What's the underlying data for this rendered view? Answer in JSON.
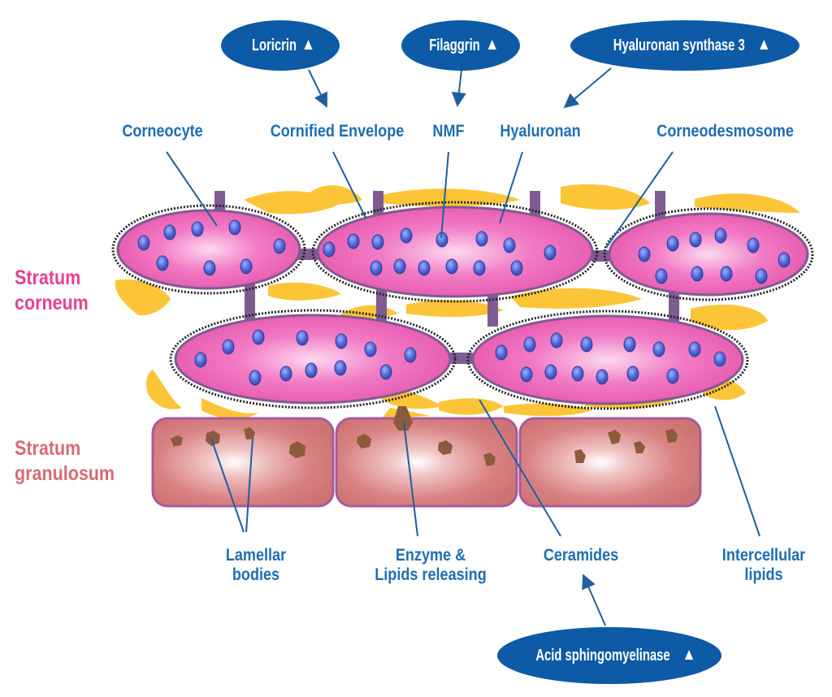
{
  "regulators": {
    "loricrin": "Loricrin",
    "filaggrin": "Filaggrin",
    "has3": "Hyaluronan synthase 3",
    "acid_smase": "Acid sphingomyelinase"
  },
  "labels": {
    "corneocyte": "Corneocyte",
    "cornified_envelope": "Cornified Envelope",
    "nmf": "NMF",
    "hyaluronan": "Hyaluronan",
    "corneodesmosome": "Corneodesmosome",
    "lamellar_line1": "Lamellar",
    "lamellar_line2": "bodies",
    "enzyme_line1": "Enzyme &",
    "enzyme_line2": "Lipids releasing",
    "ceramides": "Ceramides",
    "intercellular_line1": "Intercellular",
    "intercellular_line2": "lipids"
  },
  "layers": {
    "stratum_corneum_line1": "Stratum",
    "stratum_corneum_line2": "corneum",
    "stratum_granulosum_line1": "Stratum",
    "stratum_granulosum_line2": "granulosum"
  },
  "colors": {
    "label_blue": "#1f6eb3",
    "pill_blue": "#0d5aa6",
    "corneum_pink": "#e8408f",
    "granulosum_rose": "#d66b78",
    "lipid_yellow": "#fcc537",
    "cell_pink": "#ec6ab8",
    "granular_cell": "#d98484",
    "granule_brown": "#8b5b3c",
    "nucleus_blue": "#4a5fd8"
  },
  "icons": {
    "up_arrow": "up-triangle-icon"
  }
}
